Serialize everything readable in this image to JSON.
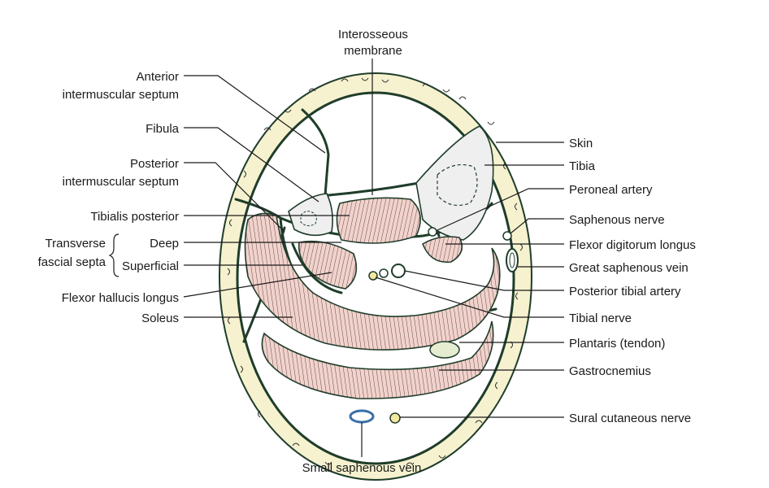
{
  "colors": {
    "skin_fill": "#f6f1cf",
    "outline": "#1f3d2a",
    "muscle_fill": "#f2d2cc",
    "bone_fill": "#efefef",
    "vein_blue": "#3a6fa8",
    "nerve_yellow": "#f3e9a0"
  },
  "labels": {
    "interosseous_membrane": [
      "Interosseous",
      "membrane"
    ],
    "anterior_intermuscular_septum": [
      "Anterior",
      "intermuscular septum"
    ],
    "fibula": "Fibula",
    "posterior_intermuscular_septum": [
      "Posterior",
      "intermuscular septum"
    ],
    "tibialis_posterior": "Tibialis posterior",
    "transverse_fascial_septa": [
      "Transverse",
      "fascial septa"
    ],
    "deep": "Deep",
    "superficial": "Superficial",
    "flexor_hallucis_longus": "Flexor hallucis longus",
    "soleus": "Soleus",
    "skin": "Skin",
    "tibia": "Tibia",
    "peroneal_artery": "Peroneal artery",
    "saphenous_nerve": "Saphenous nerve",
    "flexor_digitorum_longus": "Flexor digitorum longus",
    "great_saphenous_vein": "Great saphenous vein",
    "posterior_tibial_artery": "Posterior tibial artery",
    "tibial_nerve": "Tibial nerve",
    "plantaris_tendon": "Plantaris (tendon)",
    "gastrocnemius": "Gastrocnemius",
    "sural_cutaneous_nerve": "Sural cutaneous nerve",
    "small_saphenous_vein": "Small saphenous vein"
  }
}
